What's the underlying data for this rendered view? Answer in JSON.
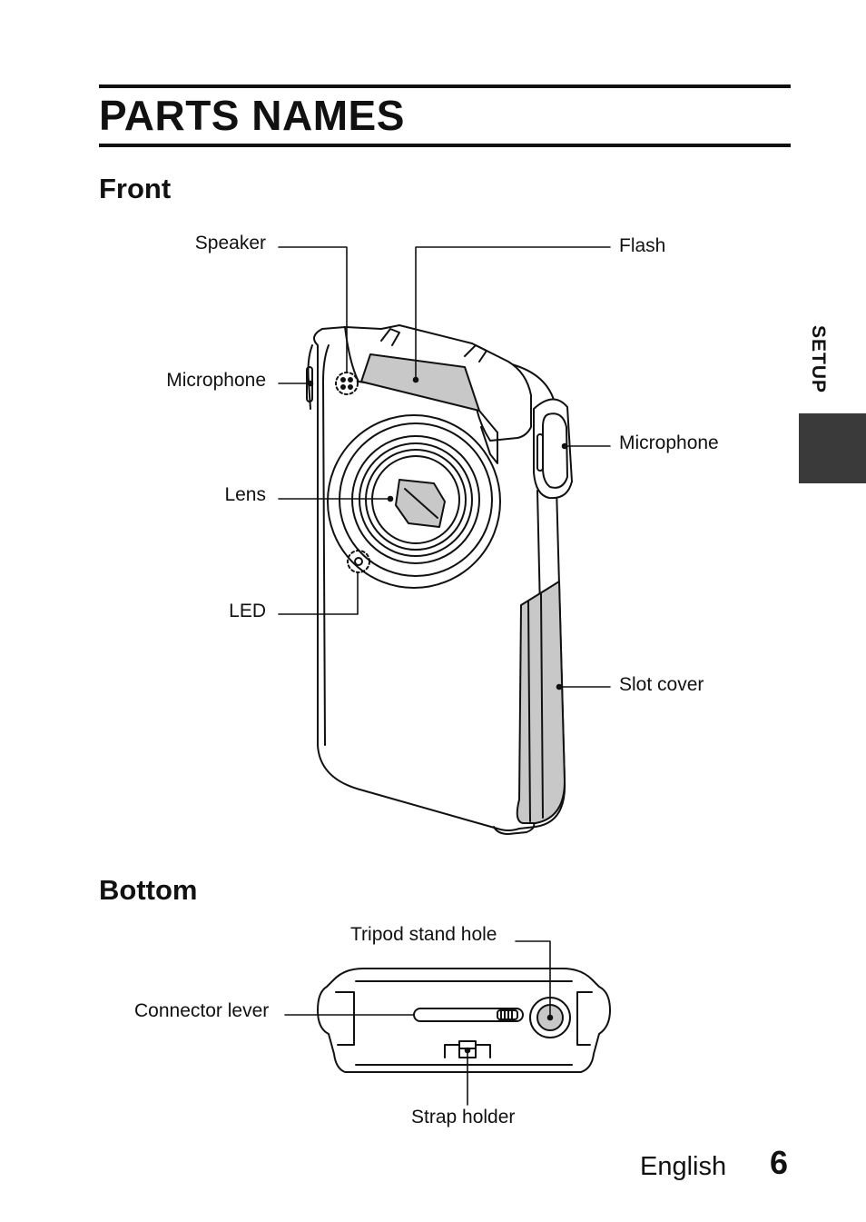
{
  "page_title": "PARTS NAMES",
  "side_tab": "SETUP",
  "sections": {
    "front": {
      "heading": "Front",
      "labels": {
        "speaker": "Speaker",
        "flash": "Flash",
        "microphone_left": "Microphone",
        "microphone_right": "Microphone",
        "lens": "Lens",
        "led": "LED",
        "slot_cover": "Slot cover"
      }
    },
    "bottom": {
      "heading": "Bottom",
      "labels": {
        "tripod_stand_hole": "Tripod stand hole",
        "connector_lever": "Connector lever",
        "strap_holder": "Strap holder"
      }
    }
  },
  "footer": {
    "language": "English",
    "page_number": "6"
  },
  "colors": {
    "tab_block": "#3a3a3a",
    "illustration_fill_gray": "#c8c8c8"
  }
}
